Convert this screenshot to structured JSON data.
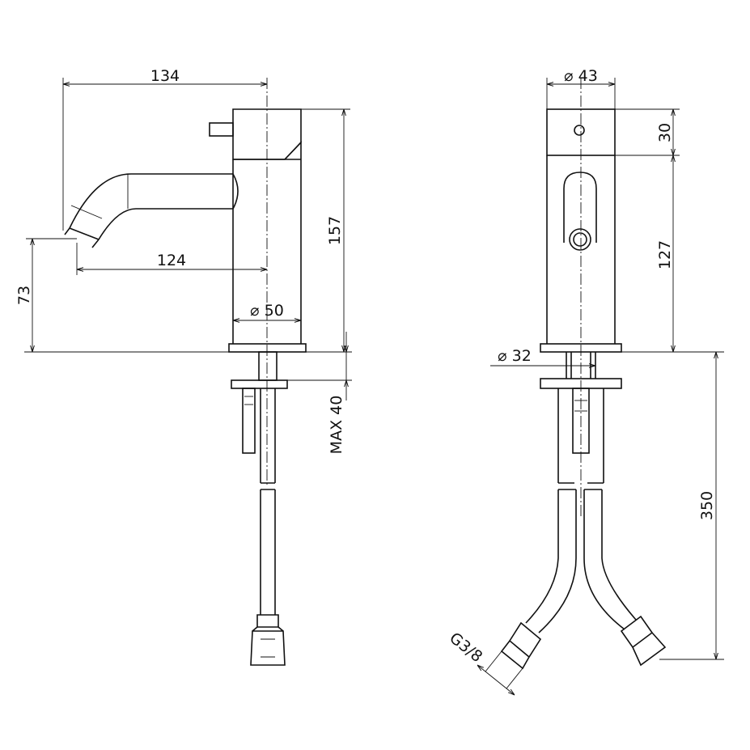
{
  "drawing": {
    "side_view": {
      "overall_length": "134",
      "spout_reach": "124",
      "overall_height": "157",
      "spout_height": "73",
      "body_diameter": "⌀ 50",
      "max_deck_thickness": "MAX 40"
    },
    "front_view": {
      "cap_diameter": "⌀ 43",
      "cap_height": "30",
      "body_height": "127",
      "shank_diameter": "⌀ 32",
      "hose_length": "350",
      "hose_thread": "G3/8"
    }
  }
}
